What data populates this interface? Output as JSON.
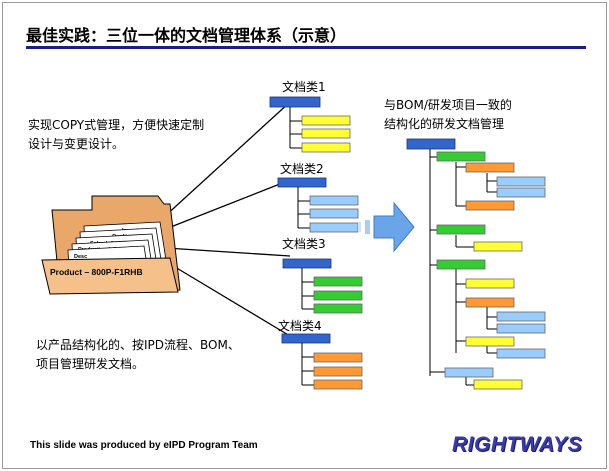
{
  "title": "最佳实践：三位一体的文档管理体系（示意）",
  "left_notes": {
    "top_line1": "实现COPY式管理，方便快速定制",
    "top_line2": "设计与变更设计。",
    "bottom_line1": "以产品结构化的、按IPD流程、BOM、",
    "bottom_line2": "项目管理研发文档。"
  },
  "folder": {
    "main_label": "Product – 800P-F1RHB",
    "tabs": [
      "Inventory",
      "Quality",
      "Sales Information",
      "Production Information",
      "Desc"
    ]
  },
  "doc_groups": [
    {
      "label": "文档类1",
      "child_color": "#ffff33"
    },
    {
      "label": "文档类2",
      "child_color": "#99ccff"
    },
    {
      "label": "文档类3",
      "child_color": "#33cc33"
    },
    {
      "label": "文档类4",
      "child_color": "#ff9933"
    }
  ],
  "right_caption": {
    "line1": "与BOM/研发项目一致的",
    "line2": "结构化的研发文档管理"
  },
  "footer": {
    "credit": "This slide was produced by eIPD Program Team",
    "logo": "RIGHTWAYS"
  },
  "colors": {
    "title_rule": "#1c1c8a",
    "node_blue": "#3366cc",
    "node_green": "#33cc33",
    "node_yellow": "#ffff33",
    "node_orange": "#ff9933",
    "node_lightblue": "#99ccff",
    "folder": "#f5c08a",
    "arrow": "#6aa5e8"
  }
}
